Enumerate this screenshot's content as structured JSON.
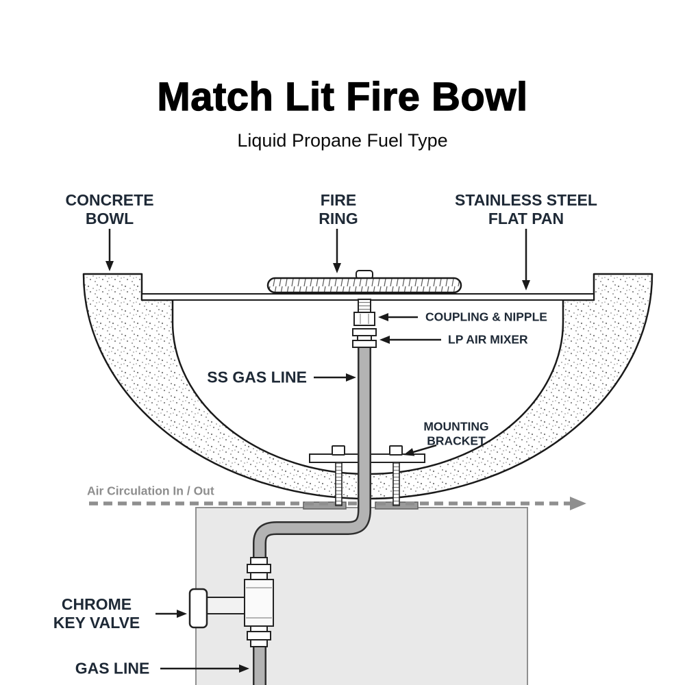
{
  "title": "Match Lit Fire Bowl",
  "subtitle": "Liquid Propane Fuel Type",
  "labels": {
    "concrete_bowl": {
      "line1": "CONCRETE",
      "line2": "BOWL"
    },
    "fire_ring": {
      "line1": "FIRE",
      "line2": "RING"
    },
    "stainless_pan": {
      "line1": "STAINLESS STEEL",
      "line2": "FLAT PAN"
    },
    "coupling_nipple": "COUPLING & NIPPLE",
    "lp_air_mixer": "LP AIR MIXER",
    "ss_gas_line": "SS GAS LINE",
    "mounting_bracket": {
      "line1": "MOUNTING",
      "line2": "BRACKET"
    },
    "air_circulation": "Air Circulation In / Out",
    "chrome_key_valve": {
      "line1": "CHROME",
      "line2": "KEY VALVE"
    },
    "gas_line": "GAS LINE"
  },
  "colors": {
    "label_text": "#1e2936",
    "muted_text": "#8e8e8e",
    "outline": "#1a1a1a",
    "pedestal_fill": "#e9e9e9",
    "pipe_fill": "#b3b3b3",
    "dashed_line": "#8f8f8f"
  }
}
